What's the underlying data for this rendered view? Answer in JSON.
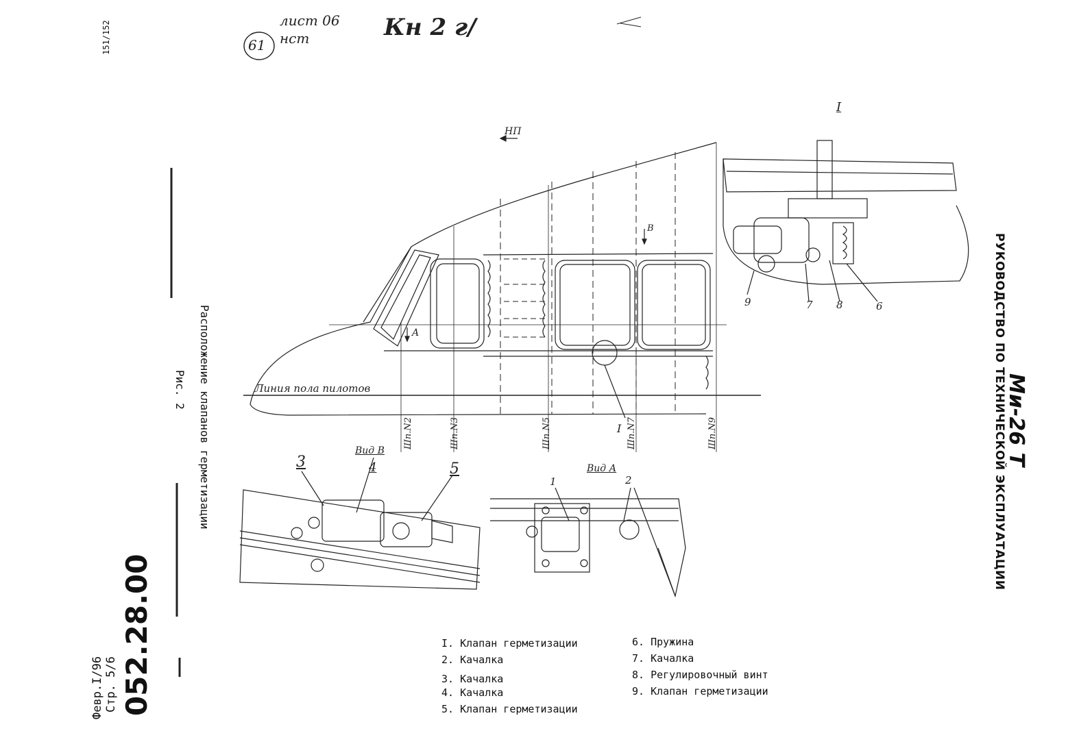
{
  "header": {
    "model": "Ми-26 Т",
    "manual_title": "РУКОВОДСТВО ПО ТЕХНИЧЕСКОЙ ЭКСПЛУАТАЦИИ"
  },
  "footer": {
    "doc_number": "052.28.00",
    "page": "Стр. 5/6",
    "date": "Февр.I/96"
  },
  "caption": {
    "fig": "Рис. 2",
    "title": "Расположение клапанов герметизации"
  },
  "handwritten": {
    "top_note_1": "лист 06",
    "top_note_2": "нст",
    "top_code": "Кн 2 г/",
    "circle_num": "61",
    "side_num": "151/152"
  },
  "drawing": {
    "direction": "НП",
    "floor_line": "Линия пола пилотов",
    "view_a": "Вид А",
    "view_b": "Вид В",
    "detail_marker": "I",
    "arrow_a": "A",
    "arrow_b": "В",
    "frames": [
      "Шп.N2",
      "Шп.N3",
      "Шп.N5",
      "Шп.N7",
      "Шп.N9"
    ],
    "callouts_detail": [
      "9",
      "7",
      "8",
      "6"
    ],
    "callouts_view_b": [
      "3",
      "4",
      "5"
    ],
    "callouts_view_a": [
      "1",
      "2"
    ]
  },
  "legend": {
    "left": [
      "I. Клапан герметизации",
      "2. Качалка",
      "3. Качалка",
      "4. Качалка",
      "5. Клапан герметизации"
    ],
    "right": [
      "6. Пружина",
      "7. Качалка",
      "8. Регулировочный винт",
      "9. Клапан герметизации"
    ]
  }
}
